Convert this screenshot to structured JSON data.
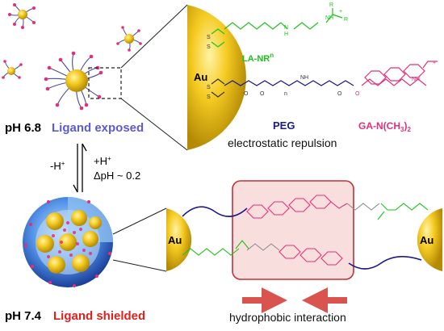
{
  "colors": {
    "gold": "#f2c21a",
    "ligand_green": "#19c419",
    "peg_blue": "#1a1a8c",
    "ga_magenta": "#e0307d",
    "exposed_blue": "#5b5bd6",
    "shielded_red": "#e0201d",
    "interaction_box": "#f9dede",
    "arrow_red": "#d9534f"
  },
  "top": {
    "ph_label": "pH 6.8",
    "state_label": "Ligand exposed"
  },
  "middle": {
    "left_eq": "-H",
    "left_eq_sup": "+",
    "right_eq": "+H",
    "right_eq_sup": "+",
    "delta_ph": "ΔpH ~ 0.2"
  },
  "bottom": {
    "ph_label": "pH 7.4",
    "state_label": "Ligand shielded"
  },
  "zoom_top": {
    "au_label": "Au",
    "la_label": "LA-NR",
    "la_label_sup": "n",
    "peg_label": "PEG",
    "ga_label": "GA-N(CH",
    "ga_label_sub": "3",
    "ga_label_end": ")",
    "ga_label_sub2": "2",
    "repulsion_label": "electrostatic repulsion",
    "atoms": {
      "s": "S",
      "n": "N",
      "h": "H",
      "r": "R",
      "nh": "NH",
      "plus": "+",
      "o": "O",
      "n_sub": "n"
    }
  },
  "zoom_bottom": {
    "au_left": "Au",
    "au_right": "Au",
    "interaction_label": "hydrophobic interaction"
  }
}
